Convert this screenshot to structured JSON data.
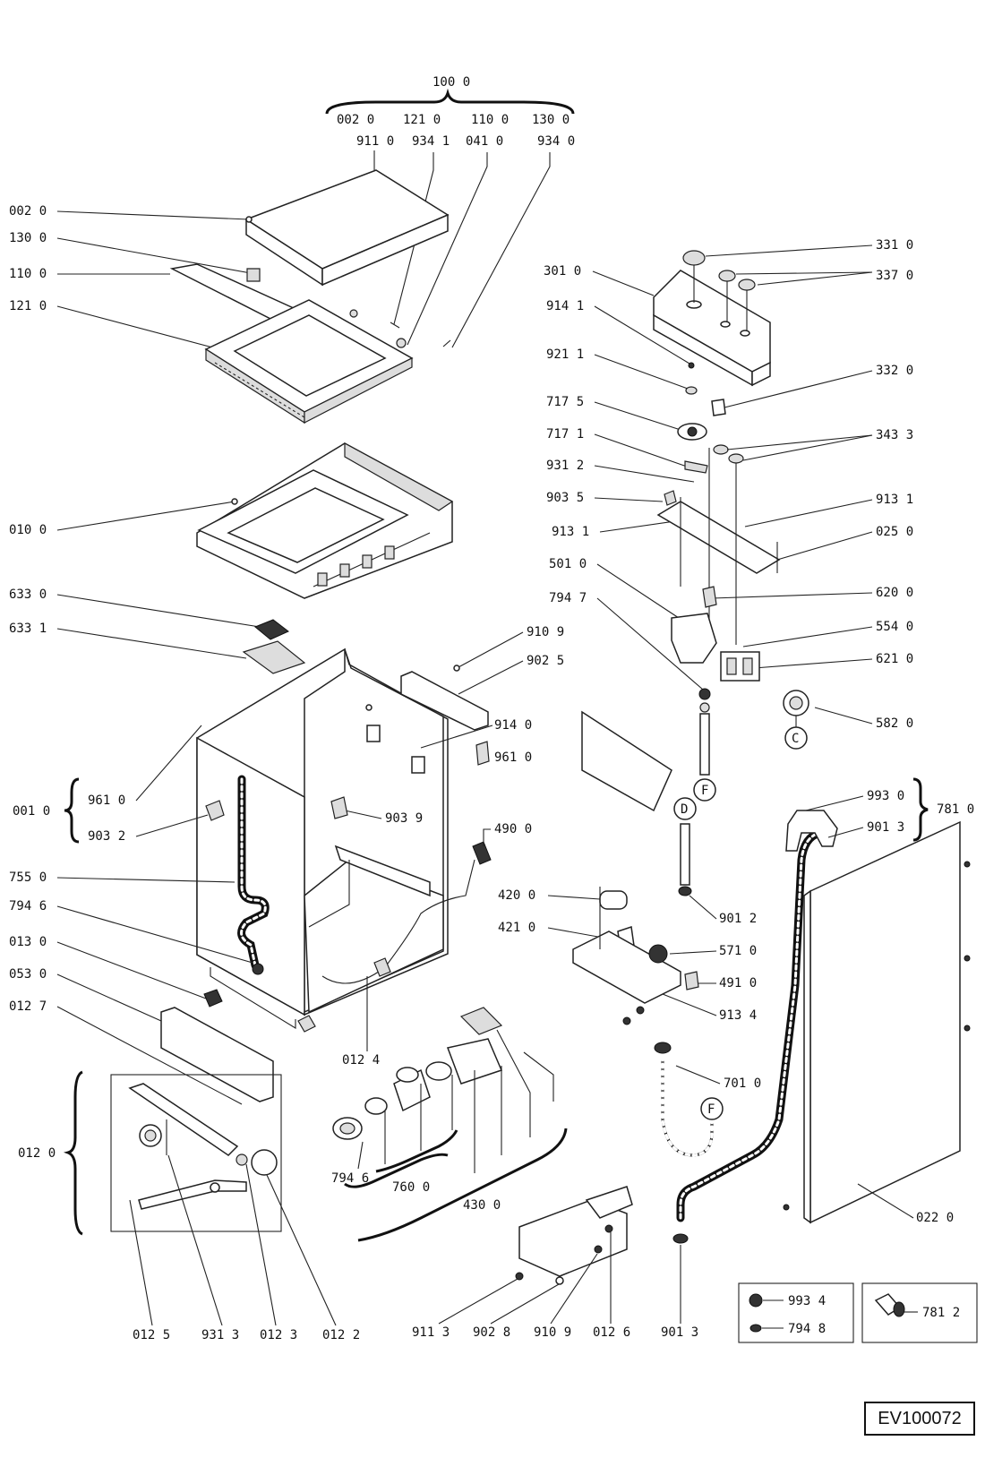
{
  "labels": {
    "l1000": "100 0",
    "l0020a": "002 0",
    "l1210a": "121 0",
    "l1100a": "110 0",
    "l1300a": "130 0",
    "l9110": "911 0",
    "l9341": "934 1",
    "l0410": "041 0",
    "l9340": "934 0",
    "l0020": "002 0",
    "l1300": "130 0",
    "l1100": "110 0",
    "l1210": "121 0",
    "l0100": "010 0",
    "l6330": "633 0",
    "l6331": "633 1",
    "l0010": "001 0",
    "l9610a": "961 0",
    "l9032": "903 2",
    "l7550": "755 0",
    "l7946a": "794 6",
    "l0130": "013 0",
    "l0530": "053 0",
    "l0127": "012 7",
    "l0120": "012 0",
    "l0125": "012 5",
    "l9313": "931 3",
    "l0123": "012 3",
    "l0122": "012 2",
    "l9109": "910 9",
    "l9025": "902 5",
    "l9140": "914 0",
    "l9610b": "961 0",
    "l9039": "903 9",
    "l4900": "490 0",
    "l0124": "012 4",
    "l7946b": "794 6",
    "l7600": "760 0",
    "l4300": "430 0",
    "l3010": "301 0",
    "l9141": "914 1",
    "l9211": "921 1",
    "l7175": "717 5",
    "l7171": "717 1",
    "l9312": "931 2",
    "l9035": "903 5",
    "l9131a": "913 1",
    "l5010": "501 0",
    "l7947": "794 7",
    "l3310": "331 0",
    "l3370": "337 0",
    "l3320": "332 0",
    "l3433": "343 3",
    "l9131b": "913 1",
    "l0250": "025 0",
    "l6200": "620 0",
    "l5540": "554 0",
    "l6210": "621 0",
    "l5820": "582 0",
    "l9930": "993 0",
    "l9013a": "901 3",
    "l7810": "781 0",
    "l4200": "420 0",
    "l4210": "421 0",
    "l9012": "901 2",
    "l5710": "571 0",
    "l4910": "491 0",
    "l9134": "913 4",
    "l7010": "701 0",
    "l0220": "022 0",
    "l9113": "911 3",
    "l9028": "902 8",
    "l9109b": "910 9",
    "l0126": "012 6",
    "l9013b": "901 3",
    "l9934": "993 4",
    "l7948": "794 8",
    "l7812": "781 2",
    "markC": "C",
    "markF1": "F",
    "markD": "D",
    "markF2": "F"
  },
  "code": "EV100072"
}
